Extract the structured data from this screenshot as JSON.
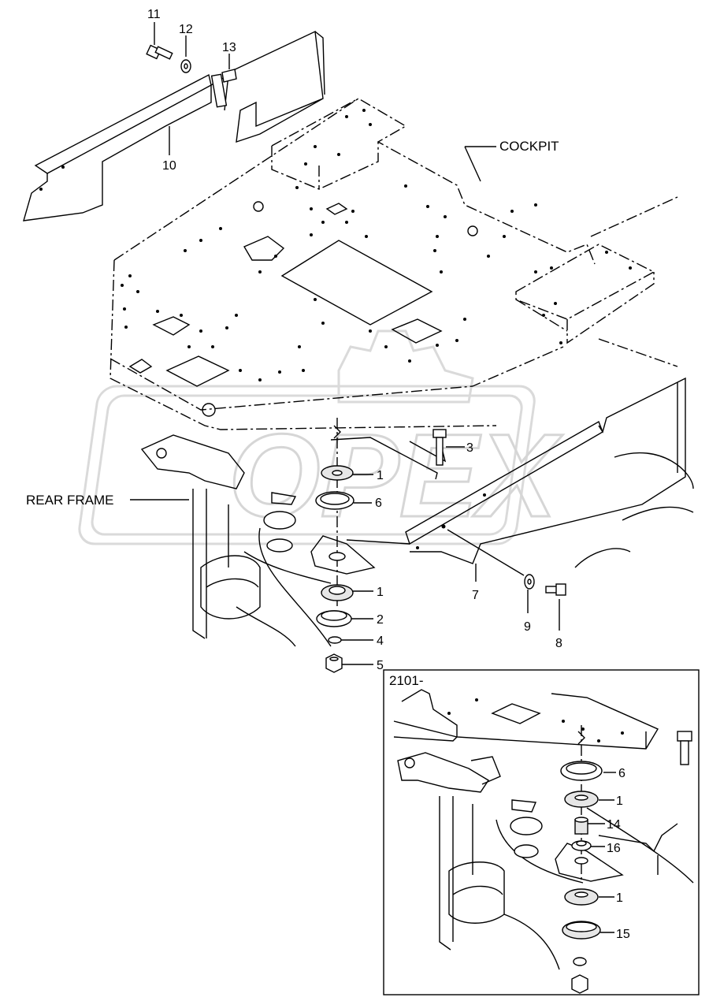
{
  "labels": {
    "cockpit": "COCKPIT",
    "rear_frame": "REAR FRAME",
    "inset_serial": "2101-",
    "watermark": "OPEX"
  },
  "part_numbers": {
    "p1a": "1",
    "p1b": "1",
    "p2": "2",
    "p3": "3",
    "p4": "4",
    "p5": "5",
    "p6": "6",
    "p7": "7",
    "p8": "8",
    "p9": "9",
    "p10": "10",
    "p11": "11",
    "p12": "12",
    "p13": "13",
    "i6": "6",
    "i1a": "1",
    "i14": "14",
    "i16": "16",
    "i1b": "1",
    "i15": "15"
  }
}
